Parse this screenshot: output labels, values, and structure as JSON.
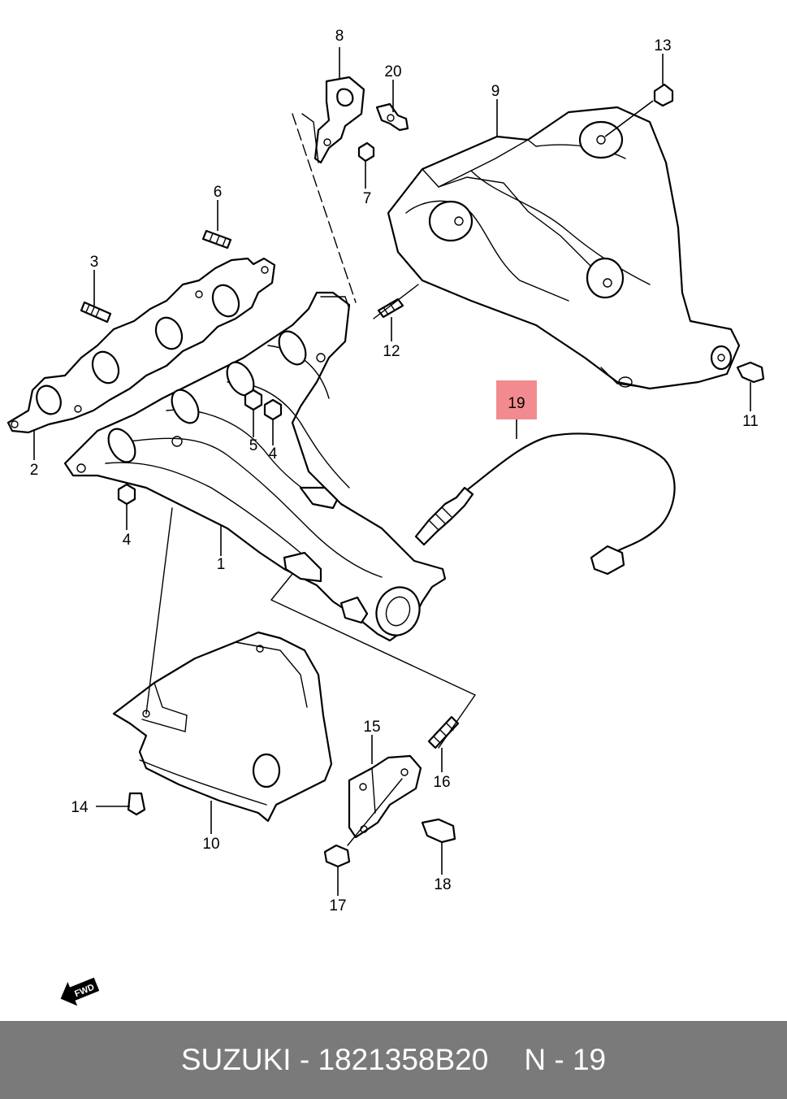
{
  "callouts": {
    "c1": "1",
    "c2": "2",
    "c3": "3",
    "c4a": "4",
    "c4b": "4",
    "c5": "5",
    "c6": "6",
    "c7": "7",
    "c8": "8",
    "c9": "9",
    "c10": "10",
    "c11": "11",
    "c12": "12",
    "c13": "13",
    "c14": "14",
    "c15": "15",
    "c16": "16",
    "c17": "17",
    "c18": "18",
    "c19": "19",
    "c20": "20"
  },
  "highlight_color": "#f28b8f",
  "fwd_label": "FWD",
  "footer": {
    "brand": "SUZUKI",
    "separator": " - ",
    "part_number": "1821358B20",
    "position": "N - 19",
    "background": "#7a7a7a"
  }
}
